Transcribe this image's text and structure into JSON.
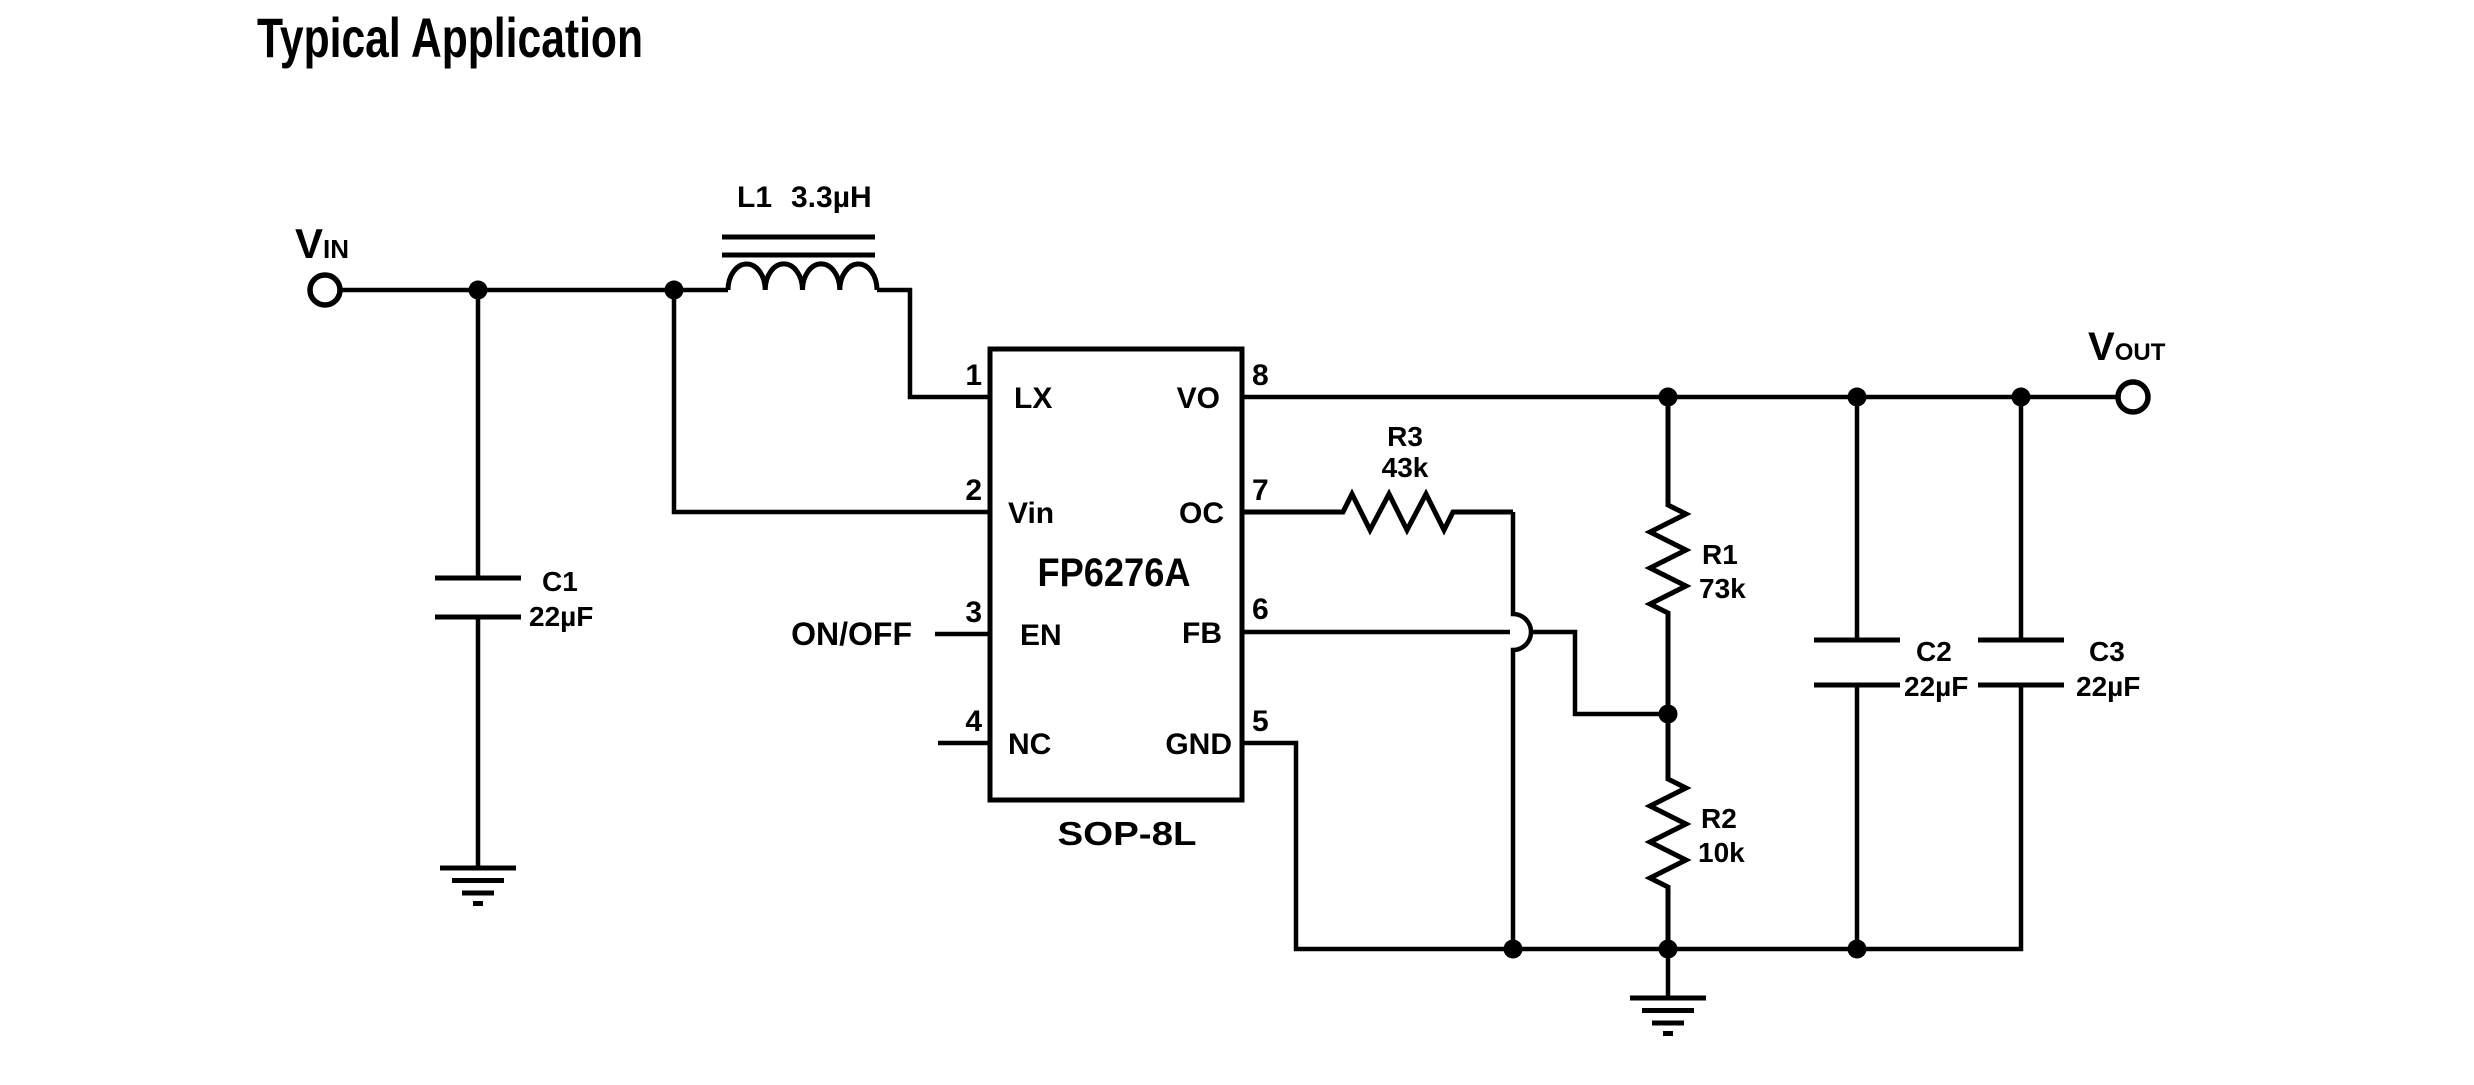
{
  "title": "Typical Application",
  "colors": {
    "ink": "#000000",
    "paper": "#ffffff"
  },
  "terminals": {
    "input": {
      "symbol": "V",
      "subscript": "IN"
    },
    "output": {
      "symbol": "V",
      "subscript": "OUT"
    }
  },
  "ic": {
    "name": "FP6276A",
    "package": "SOP-8L",
    "pins": [
      {
        "number": "1",
        "name": "LX",
        "side": "left"
      },
      {
        "number": "2",
        "name": "Vin",
        "side": "left"
      },
      {
        "number": "3",
        "name": "EN",
        "side": "left"
      },
      {
        "number": "4",
        "name": "NC",
        "side": "left"
      },
      {
        "number": "5",
        "name": "GND",
        "side": "right"
      },
      {
        "number": "6",
        "name": "FB",
        "side": "right"
      },
      {
        "number": "7",
        "name": "OC",
        "side": "right"
      },
      {
        "number": "8",
        "name": "VO",
        "side": "right"
      }
    ]
  },
  "components": {
    "inductor": {
      "designator": "L1",
      "value": "3.3µH"
    },
    "c1": {
      "designator": "C1",
      "value": "22µF"
    },
    "c2": {
      "designator": "C2",
      "value": "22µF"
    },
    "c3": {
      "designator": "C3",
      "value": "22µF"
    },
    "r1": {
      "designator": "R1",
      "value": "73k"
    },
    "r2": {
      "designator": "R2",
      "value": "10k"
    },
    "r3": {
      "designator": "R3",
      "value": "43k"
    }
  },
  "signals": {
    "enable": "ON/OFF"
  }
}
